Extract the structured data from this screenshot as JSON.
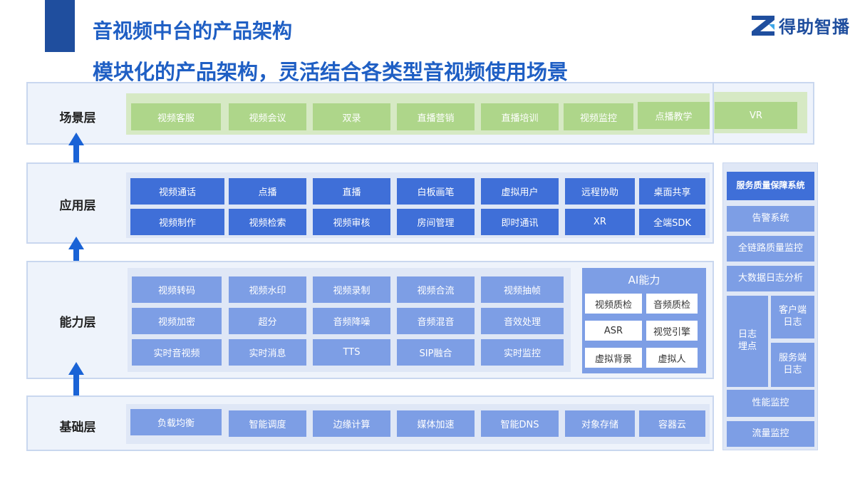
{
  "header": {
    "title": "音视频中台的产品架构",
    "subtitle": "模块化的产品架构，灵活结合各类型音视频使用场景",
    "logo_text": "得助智播"
  },
  "colors": {
    "accent": "#1f4e9e",
    "title": "#1f5fc4",
    "scene_cell": "#aed68a",
    "app_cell": "#3f6fd8",
    "capability_cell": "#7d9ee5",
    "base_cell": "#7d9ee5",
    "side_header": "#3f6fd8",
    "side_cell": "#7d9ee5"
  },
  "layers": {
    "scene": {
      "label": "场景层",
      "items": [
        "视频客服",
        "视频会议",
        "双录",
        "直播营销",
        "直播培训",
        "视频监控",
        "点播教学",
        "VR"
      ]
    },
    "app": {
      "label": "应用层",
      "row1": [
        "视频通话",
        "点播",
        "直播",
        "白板画笔",
        "虚拟用户",
        "远程协助",
        "桌面共享"
      ],
      "row2": [
        "视频制作",
        "视频检索",
        "视频审核",
        "房间管理",
        "即时通讯",
        "XR",
        "全端SDK"
      ]
    },
    "capability": {
      "label": "能力层",
      "row1": [
        "视频转码",
        "视频水印",
        "视频录制",
        "视频合流",
        "视频抽帧"
      ],
      "row2": [
        "视频加密",
        "超分",
        "音频降噪",
        "音频混音",
        "音效处理"
      ],
      "row3": [
        "实时音视频",
        "实时消息",
        "TTS",
        "SIP融合",
        "实时监控"
      ],
      "ai": {
        "title": "AI能力",
        "items": [
          "视频质检",
          "音频质检",
          "ASR",
          "视觉引擎",
          "虚拟背景",
          "虚拟人"
        ]
      }
    },
    "base": {
      "label": "基础层",
      "items": [
        "负载均衡",
        "智能调度",
        "边缘计算",
        "媒体加速",
        "智能DNS",
        "对象存储",
        "容器云"
      ]
    }
  },
  "side": {
    "header": "服务质量保障系统",
    "alert": "告警系统",
    "link_monitor": "全链路质量监控",
    "bigdata": "大数据日志分析",
    "log_tracking": "日志埋点",
    "client_log": "客户端日志",
    "server_log": "服务端日志",
    "perf_monitor": "性能监控",
    "traffic_monitor": "流量监控"
  }
}
